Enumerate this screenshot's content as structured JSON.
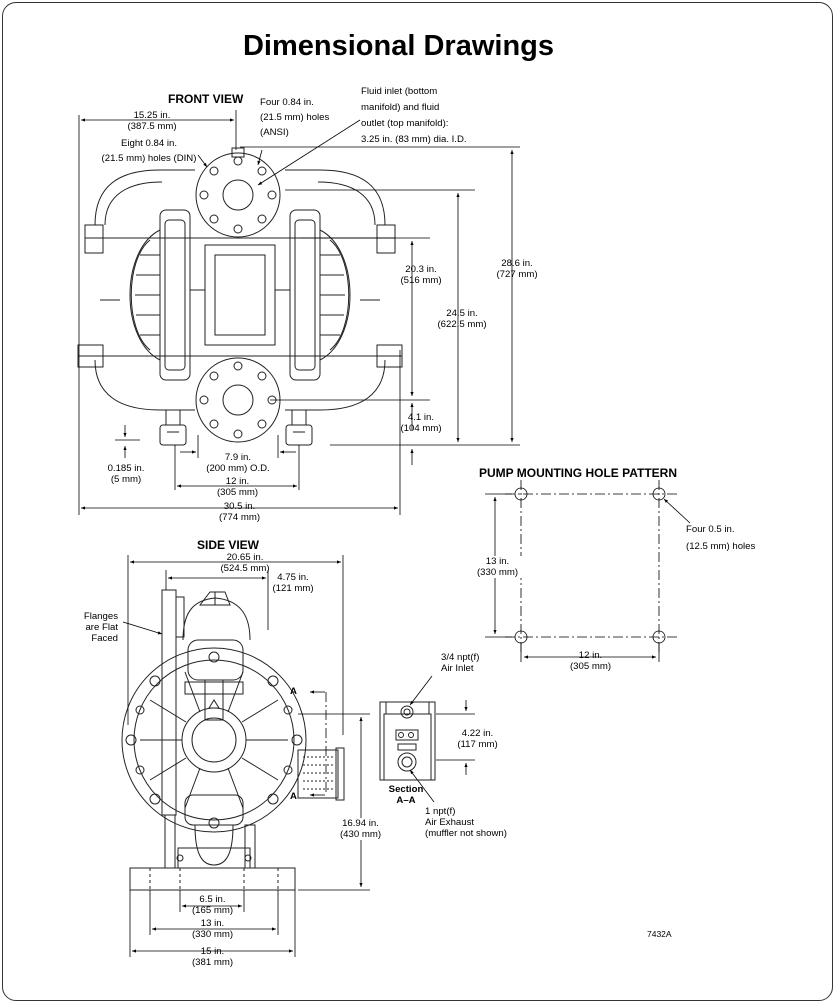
{
  "title": "Dimensional Drawings",
  "figure_id": "7432A",
  "front_view": {
    "heading": "FRONT VIEW",
    "overall_width": [
      "15.25 in.",
      "(387.5 mm)"
    ],
    "holes_din": [
      "Eight 0.84 in.",
      "(21.5 mm) holes (DIN)"
    ],
    "holes_ansi": [
      "Four 0.84 in.",
      "(21.5 mm) holes",
      "(ANSI)"
    ],
    "fluid_note": [
      "Fluid inlet (bottom",
      "manifold) and fluid",
      "outlet (top manifold):",
      "3.25 in. (83 mm) dia. I.D."
    ],
    "height_outlet": [
      "20.3 in.",
      "(516 mm)"
    ],
    "height_mid": [
      "24.5 in.",
      "(622.5 mm)"
    ],
    "height_total": [
      "28.6 in.",
      "(727 mm)"
    ],
    "inlet_height": [
      "4.1 in.",
      "(104 mm)"
    ],
    "foot_thickness": [
      "0.185 in.",
      "(5 mm)"
    ],
    "flange_od": [
      "7.9 in.",
      "(200 mm) O.D."
    ],
    "foot_spacing": [
      "12 in.",
      "(305 mm)"
    ],
    "base_width": [
      "30.5 in.",
      "(774 mm)"
    ]
  },
  "mounting": {
    "heading": "PUMP MOUNTING HOLE PATTERN",
    "holes": [
      "Four 0.5 in.",
      "(12.5 mm) holes"
    ],
    "depth": [
      "13 in.",
      "(330 mm)"
    ],
    "width": [
      "12 in.",
      "(305 mm)"
    ]
  },
  "side_view": {
    "heading": "SIDE VIEW",
    "overall": [
      "20.65 in.",
      "(524.5 mm)"
    ],
    "offset": [
      "4.75 in.",
      "(121 mm)"
    ],
    "flanges": [
      "Flanges",
      "are Flat",
      "Faced"
    ],
    "section_mark": "A",
    "air_inlet": [
      "3/4 npt(f)",
      "Air Inlet"
    ],
    "air_height": [
      "4.22 in.",
      "(117 mm)"
    ],
    "section_label": [
      "Section",
      "A–A"
    ],
    "exhaust": [
      "1 npt(f)",
      "Air Exhaust",
      "(muffler not shown)"
    ],
    "height": [
      "16.94 in.",
      "(430 mm)"
    ],
    "bolt_spacing": [
      "6.5 in.",
      "(165 mm)"
    ],
    "mid_spacing": [
      "13 in.",
      "(330 mm)"
    ],
    "base_width": [
      "15 in.",
      "(381 mm)"
    ]
  }
}
